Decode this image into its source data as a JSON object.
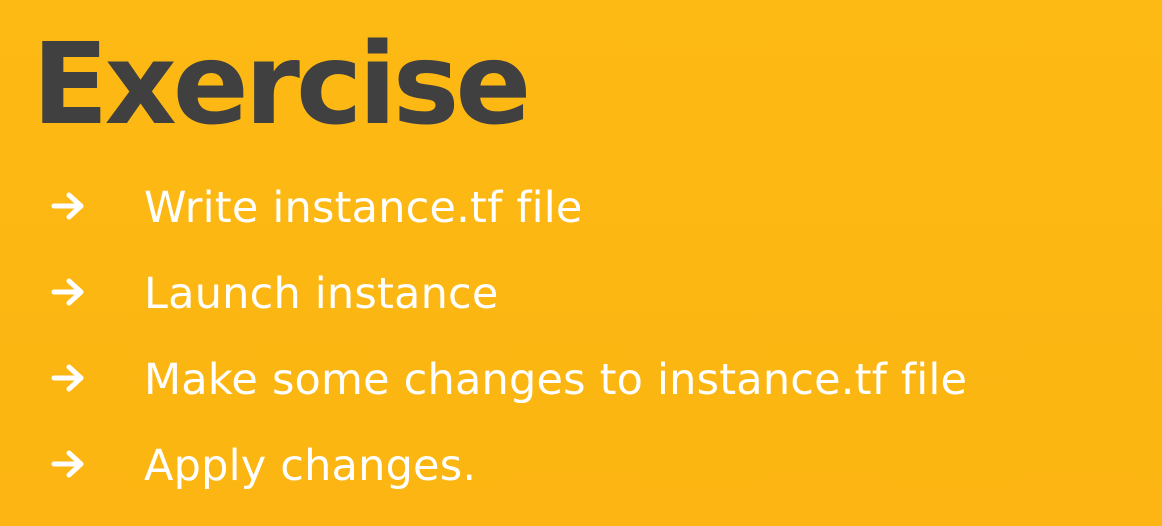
{
  "slide": {
    "background_color": "#FDB713",
    "title": "Exercise",
    "title_color": "#404040",
    "text_color": "#FFFFFF",
    "bullet_icon": "right-arrow-icon",
    "bullets": [
      {
        "text": "Write instance.tf file"
      },
      {
        "text": "Launch instance"
      },
      {
        "text": "Make some changes to instance.tf file"
      },
      {
        "text": "Apply changes."
      }
    ]
  }
}
